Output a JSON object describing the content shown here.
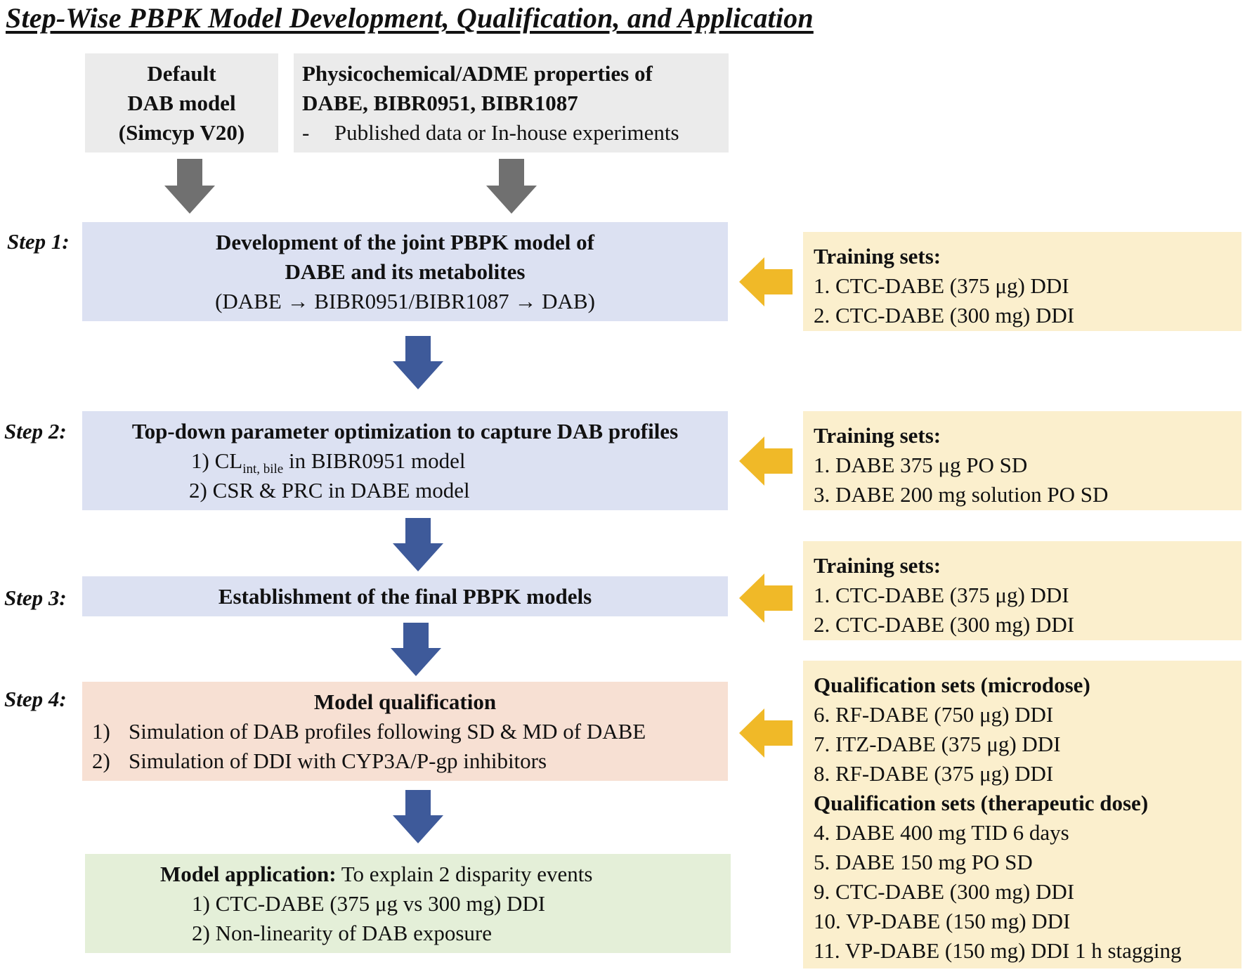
{
  "title": "Step-Wise PBPK Model Development, Qualification, and Application",
  "inputs": {
    "default_model": [
      "Default",
      "DAB model",
      "(Simcyp V20)"
    ],
    "properties": {
      "line1": "Physicochemical/ADME properties of",
      "line2": "DABE, BIBR0951, BIBR1087",
      "bullet": "-",
      "item": "Published data or In-house experiments"
    }
  },
  "steps": [
    {
      "label": "Step 1:",
      "heading1": "Development of the joint PBPK model of",
      "heading2": "DABE and its metabolites",
      "detail": "(DABE → BIBR0951/BIBR1087 → DAB)"
    },
    {
      "label": "Step 2:",
      "heading": "Top-down parameter optimization to capture DAB profiles",
      "item1_prefix": "1) CL",
      "item1_sub": "int, bile",
      "item1_suffix": " in BIBR0951 model",
      "item2": "2) CSR & PRC in DABE model"
    },
    {
      "label": "Step 3:",
      "heading": "Establishment of the final PBPK models"
    },
    {
      "label": "Step 4:",
      "heading": "Model qualification",
      "items": [
        {
          "num": "1)",
          "text": "Simulation of DAB profiles following SD & MD of DABE"
        },
        {
          "num": "2)",
          "text": "Simulation of DDI with CYP3A/P-gp inhibitors"
        }
      ]
    }
  ],
  "application": {
    "heading_bold": "Model application:",
    "heading_rest": " To explain 2 disparity events",
    "items": [
      "1) CTC-DABE (375 μg vs 300 mg) DDI",
      "2) Non-linearity of DAB exposure"
    ]
  },
  "side_sets": [
    {
      "heading": "Training sets:",
      "items": [
        "1. CTC-DABE (375 μg) DDI",
        "2. CTC-DABE (300 mg) DDI"
      ]
    },
    {
      "heading": "Training sets:",
      "items": [
        "1. DABE 375 μg PO SD",
        "3. DABE 200 mg solution PO SD"
      ]
    },
    {
      "heading": "Training sets:",
      "items": [
        "1. CTC-DABE (375 μg) DDI",
        "2. CTC-DABE (300 mg) DDI"
      ]
    },
    {
      "groups": [
        {
          "heading": "Qualification sets (microdose)",
          "items": [
            "6. RF-DABE (750 μg) DDI",
            "7. ITZ-DABE (375 μg) DDI",
            "8. RF-DABE (375 μg) DDI"
          ]
        },
        {
          "heading": "Qualification sets (therapeutic dose)",
          "items": [
            "4. DABE 400 mg TID 6 days",
            "5. DABE 150 mg PO SD",
            "9. CTC-DABE (300 mg) DDI",
            "10. VP-DABE (150 mg) DDI",
            "11. VP-DABE (150 mg) DDI 1 h stagging"
          ]
        }
      ]
    }
  ],
  "colors": {
    "gray_box": "#ebebeb",
    "blue_box": "#dce1f2",
    "peach_box": "#f7e0d3",
    "green_box": "#e4efd8",
    "yellow_box": "#fbefcd",
    "gray_arrow": "#707070",
    "blue_arrow": "#3e5a9a",
    "yellow_arrow": "#f0b928"
  }
}
